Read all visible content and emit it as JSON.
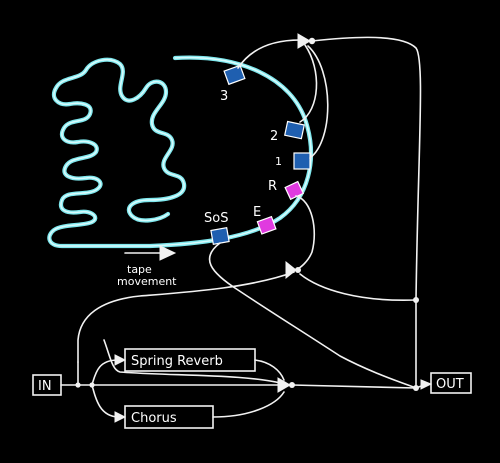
{
  "colors": {
    "background": "#000000",
    "tape": "#7fe8ee",
    "lines": "#f2f2f2",
    "head_blue": "#1f5fb0",
    "head_pink": "#e03adf"
  },
  "tape_label": {
    "line1": "tape",
    "line2": "movement"
  },
  "heads": {
    "sos": "SoS",
    "erase": "E",
    "record": "R",
    "playback_1": "1",
    "playback_2": "2",
    "playback_3": "3"
  },
  "blocks": {
    "input": "IN",
    "output": "OUT",
    "spring_reverb": "Spring Reverb",
    "chorus": "Chorus"
  }
}
